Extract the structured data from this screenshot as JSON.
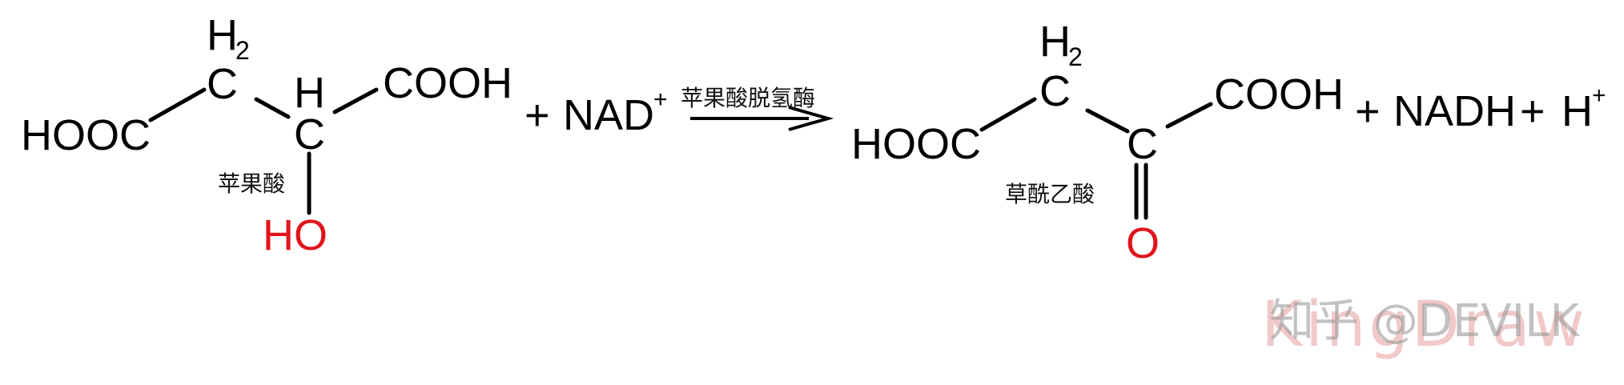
{
  "reactant": {
    "hooc": "HOOC",
    "ch2_c": "C",
    "ch2_h": "H",
    "ch2_sub": "2",
    "ch_h": "H",
    "ch_c": "C",
    "cooh": "COOH",
    "oh": "HO",
    "name": "苹果酸"
  },
  "plus1": "+",
  "nad": {
    "text": "NAD",
    "sup": "+"
  },
  "enzyme": "苹果酸脱氢酶",
  "product": {
    "hooc": "HOOC",
    "ch2_c": "C",
    "ch2_h": "H",
    "ch2_sub": "2",
    "co_c": "C",
    "o": "O",
    "cooh": "COOH",
    "name": "草酰乙酸"
  },
  "plus2": "+",
  "nadh": "NADH",
  "plus3": "+",
  "hplus": {
    "text": "H",
    "sup": "+"
  },
  "watermark": {
    "logo": "KingDraw",
    "credit": "知乎 @DEVILK"
  },
  "colors": {
    "oxygen": "#e0141c",
    "bond": "#000000",
    "watermark_logo": "#f1c9c9"
  }
}
